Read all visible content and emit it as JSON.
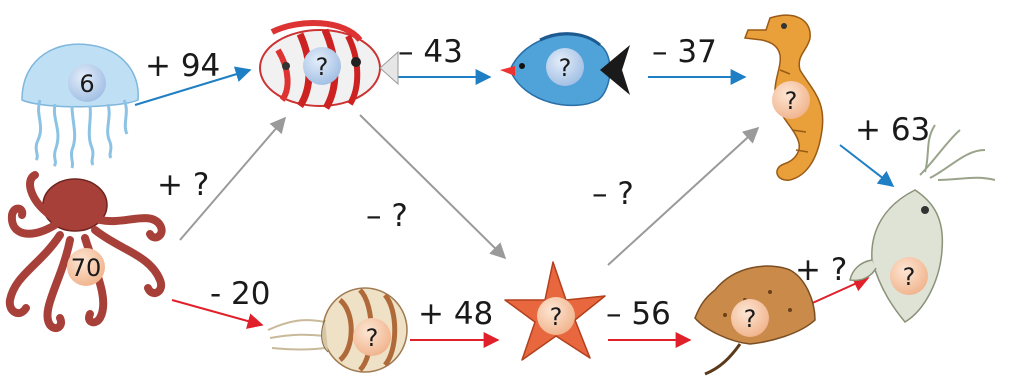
{
  "colors": {
    "blue_arrow": "#1f7fc4",
    "red_arrow": "#e0202a",
    "gray_arrow": "#9a9a9a",
    "badge_peach": "#f4c6a4",
    "badge_blue": "#bcd4ee"
  },
  "nodes": {
    "jellyfish": {
      "icon": "jellyfish-icon",
      "value": "6"
    },
    "butterflyfish": {
      "icon": "butterflyfish-icon",
      "value": "?"
    },
    "bluefish": {
      "icon": "blue-tang-fish-icon",
      "value": "?"
    },
    "seahorse": {
      "icon": "seahorse-icon",
      "value": "?"
    },
    "octopus": {
      "icon": "octopus-icon",
      "value": "70"
    },
    "nautilus": {
      "icon": "nautilus-icon",
      "value": "?"
    },
    "starfish": {
      "icon": "starfish-icon",
      "value": "?"
    },
    "stingray": {
      "icon": "stingray-icon",
      "value": "?"
    },
    "squid": {
      "icon": "squid-icon",
      "value": "?"
    }
  },
  "operations": {
    "jellyfish_to_butterfly": "+ 94",
    "butterfly_to_bluefish": "– 43",
    "bluefish_to_seahorse": "– 37",
    "seahorse_to_squid": "+ 63",
    "octopus_to_butterfly": "+ ?",
    "butterfly_to_starfish": "– ?",
    "starfish_to_seahorse": "– ?",
    "octopus_to_nautilus": "-  20",
    "nautilus_to_starfish": "+ 48",
    "starfish_to_stingray": "– 56",
    "stingray_to_squid": "+ ?"
  }
}
